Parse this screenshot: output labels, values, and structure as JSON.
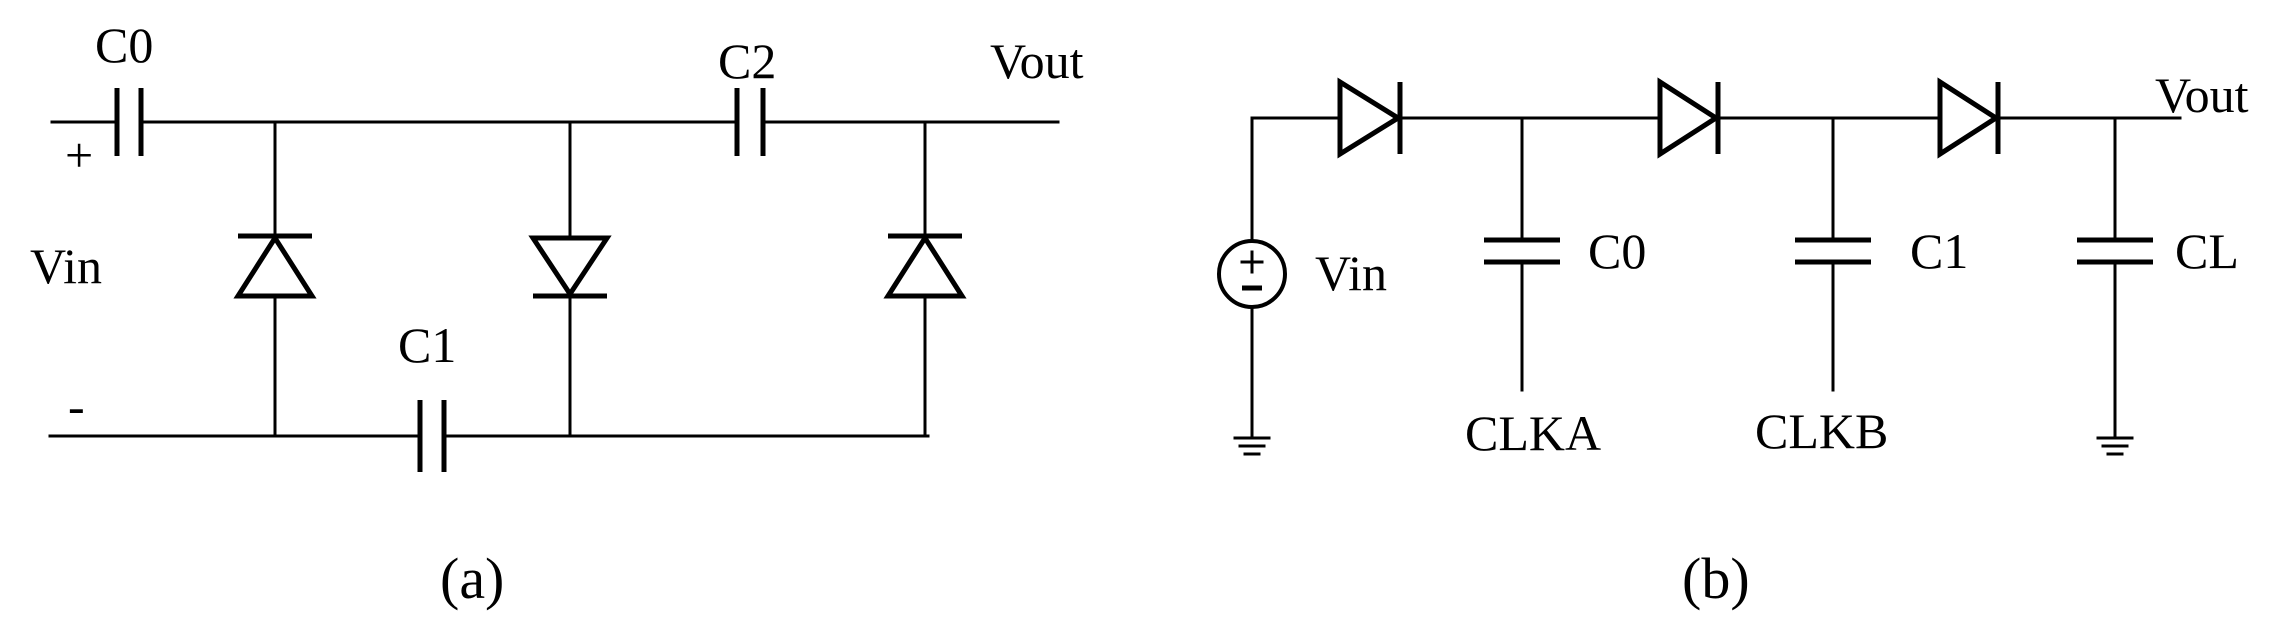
{
  "circuit_a": {
    "caption": "(a)",
    "labels": {
      "c0": "C0",
      "c1": "C1",
      "c2": "C2",
      "vout": "Vout",
      "vin": "Vin",
      "plus": "+",
      "minus": "-"
    }
  },
  "circuit_b": {
    "caption": "(b)",
    "labels": {
      "vin": "Vin",
      "vout": "Vout",
      "c0": "C0",
      "c1": "C1",
      "cl": "CL",
      "clka": "CLKA",
      "clkb": "CLKB"
    }
  }
}
